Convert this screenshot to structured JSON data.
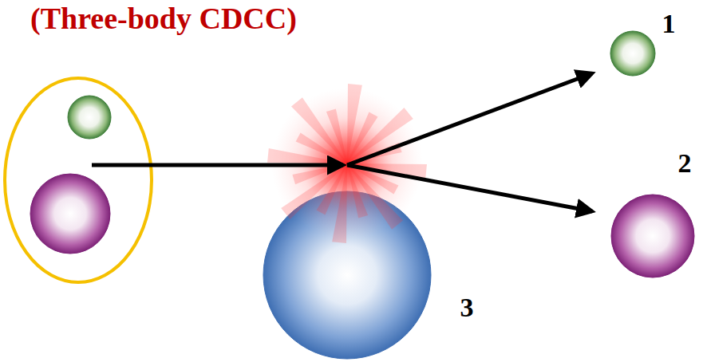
{
  "diagram": {
    "title": "(Three-body CDCC)",
    "labels": [
      "1",
      "2",
      "3"
    ]
  }
}
